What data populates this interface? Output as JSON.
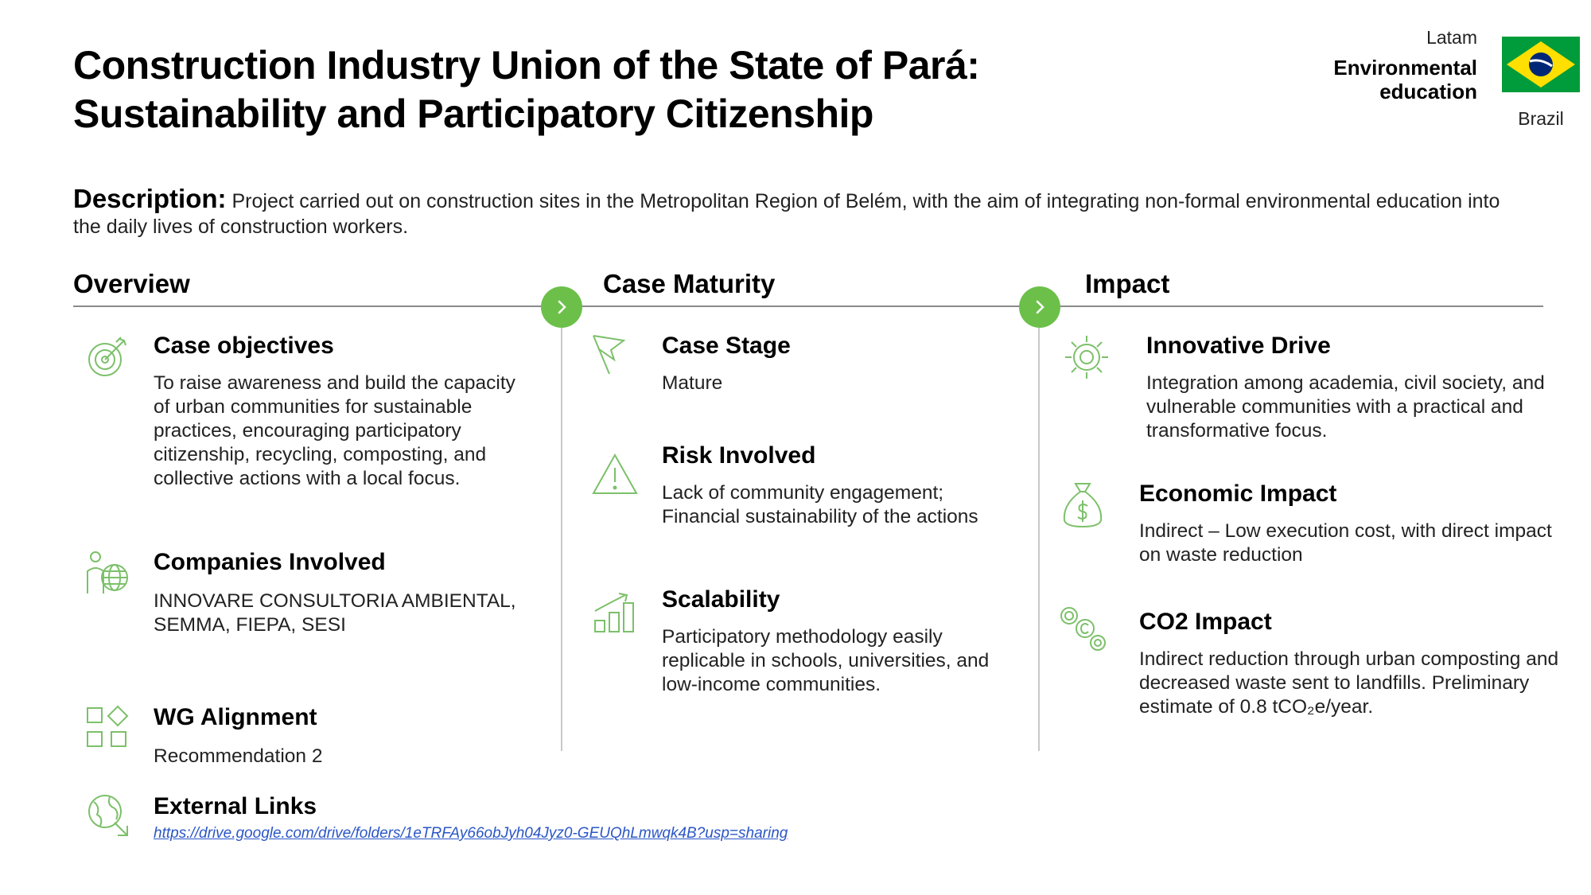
{
  "header": {
    "title_line1": "Construction Industry Union of the State of Pará:",
    "title_line2": "Sustainability and Participatory Citizenship",
    "region": "Latam",
    "topic": "Environmental education",
    "country": "Brazil"
  },
  "description": {
    "label": "Description:",
    "text": "Project carried out on construction sites in the Metropolitan Region of Belém, with the aim of integrating non-formal environmental education into the daily lives of construction workers."
  },
  "sections": {
    "overview": "Overview",
    "maturity": "Case Maturity",
    "impact": "Impact"
  },
  "overview": {
    "objectives": {
      "title": "Case objectives",
      "text": "To raise awareness and build the capacity of urban communities for sustainable practices, encouraging participatory citizenship, recycling, composting, and collective actions with a local focus."
    },
    "companies": {
      "title": "Companies Involved",
      "text": "INNOVARE CONSULTORIA AMBIENTAL, SEMMA, FIEPA, SESI"
    },
    "wg": {
      "title": "WG Alignment",
      "text": "Recommendation 2"
    },
    "links": {
      "title": "External Links",
      "url": "https://drive.google.com/drive/folders/1eTRFAy66obJyh04Jyz0-GEUQhLmwqk4B?usp=sharing"
    }
  },
  "maturity": {
    "stage": {
      "title": "Case Stage",
      "text": "Mature"
    },
    "risk": {
      "title": "Risk Involved",
      "text": "Lack of community engagement; Financial sustainability of the actions"
    },
    "scalability": {
      "title": "Scalability",
      "text": "Participatory methodology easily replicable in schools, universities, and low-income communities."
    }
  },
  "impact": {
    "innovative": {
      "title": "Innovative Drive",
      "text": "Integration among academia, civil society, and vulnerable communities with a practical and transformative focus."
    },
    "economic": {
      "title": "Economic Impact",
      "text": "Indirect – Low execution cost, with direct impact on waste reduction"
    },
    "co2": {
      "title": "CO2 Impact",
      "text": "Indirect reduction through urban composting and decreased waste sent to landfills. Preliminary estimate of 0.8 tCO₂e/year."
    }
  },
  "icons": {
    "objectives": "target-icon",
    "companies": "people-globe-icon",
    "wg": "shapes-grid-icon",
    "links": "globe-link-icon",
    "stage": "flag-icon",
    "risk": "warning-icon",
    "scalability": "growth-chart-icon",
    "innovative": "gear-icon",
    "economic": "money-bag-icon",
    "co2": "coins-icon",
    "chevron": "chevron-right-icon"
  },
  "colors": {
    "accent_green": "#6cc04a",
    "icon_green": "#7cc06a",
    "link_blue": "#2a56c6",
    "flag_green": "#009c3b",
    "flag_yellow": "#ffdf00",
    "flag_blue": "#002776"
  }
}
